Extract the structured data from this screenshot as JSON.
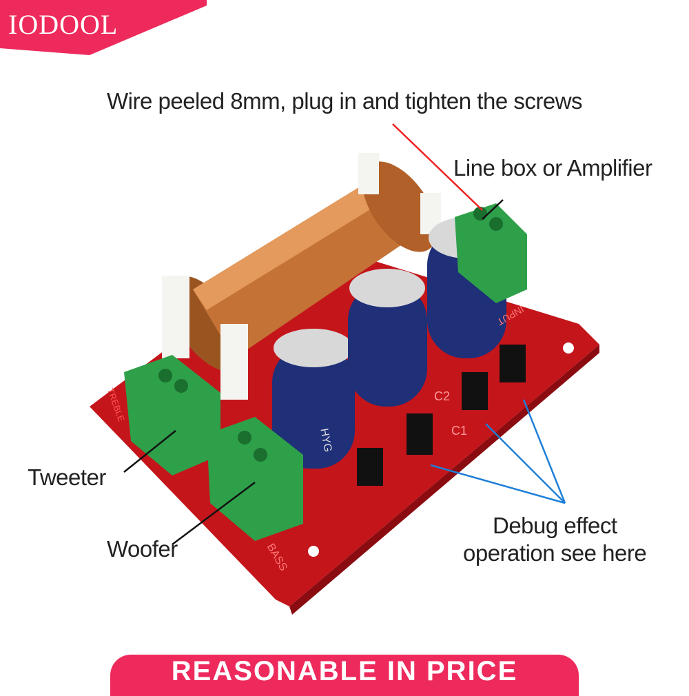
{
  "brand": {
    "logo_text": "IODOOL",
    "color": "#ee2a5c"
  },
  "labels": {
    "wire": "Wire peeled 8mm, plug in and tighten the screws",
    "input": "Line box or Amplifier",
    "tweeter": "Tweeter",
    "woofer": "Woofer",
    "debug_line1": "Debug effect",
    "debug_line2": "operation see here"
  },
  "board_markings": {
    "treble": "TREBLE",
    "bass": "BASS",
    "input": "INPUT",
    "c1": "C1",
    "c2": "C2",
    "cap_brand": "HYG"
  },
  "footer": {
    "banner_text": "REASONABLE IN PRICE"
  }
}
